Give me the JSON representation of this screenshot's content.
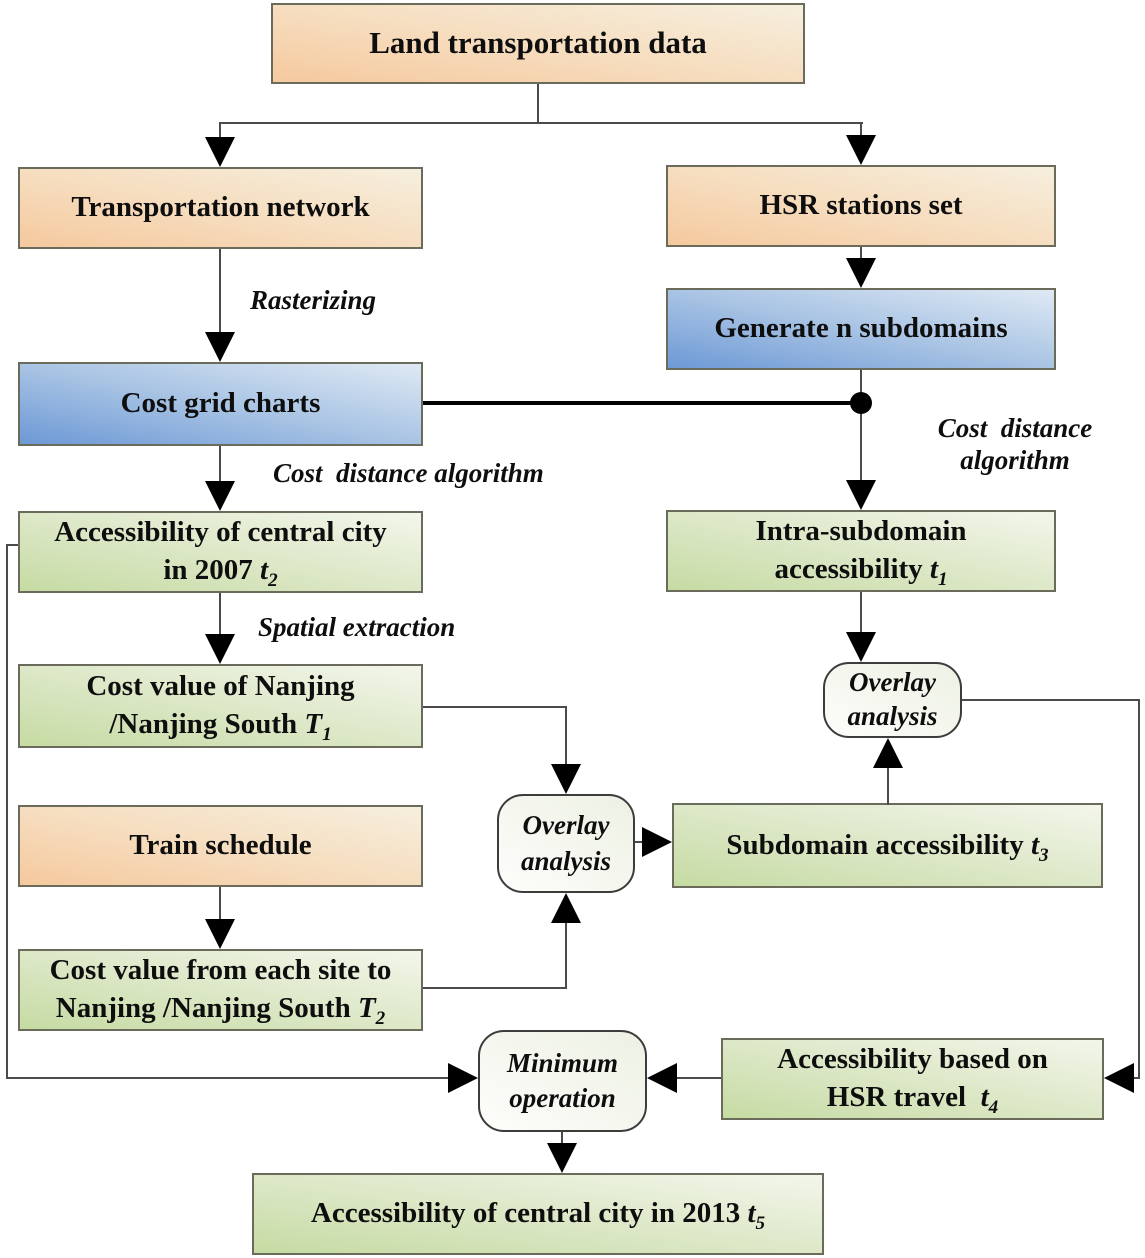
{
  "nodes": {
    "land": {
      "label": "Land transportation data"
    },
    "transport_network": {
      "label": "Transportation network"
    },
    "hsr_stations": {
      "label": "HSR stations set"
    },
    "generate_subdomains": {
      "label": "Generate n subdomains"
    },
    "cost_grid": {
      "label": "Cost grid charts"
    },
    "access_2007": {
      "line1": "Accessibility of central city",
      "line2_pre": "in 2007 ",
      "line2_var": "t",
      "line2_sub": "2"
    },
    "intra_subdomain": {
      "line1": "Intra-subdomain",
      "line2_pre": "accessibility ",
      "line2_var": "t",
      "line2_sub": "1"
    },
    "cost_value_t1": {
      "line1": "Cost value of Nanjing",
      "line2_pre": "/Nanjing South ",
      "line2_var": "T",
      "line2_sub": "1"
    },
    "train_schedule": {
      "label": "Train schedule"
    },
    "overlay_center": {
      "line1": "Overlay",
      "line2": "analysis"
    },
    "overlay_right": {
      "line1": "Overlay",
      "line2": "analysis"
    },
    "subdomain_t3": {
      "pre": "Subdomain accessibility ",
      "var": "t",
      "sub": "3"
    },
    "cost_value_t2": {
      "line1": "Cost value from each site to",
      "line2_pre": "Nanjing /Nanjing South ",
      "line2_var": "T",
      "line2_sub": "2"
    },
    "minimum_op": {
      "line1": "Minimum",
      "line2": "operation"
    },
    "access_hsr_t4": {
      "line1": "Accessibility based on",
      "line2_pre": "HSR travel  ",
      "line2_var": "t",
      "line2_sub": "4"
    },
    "access_2013": {
      "pre": "Accessibility of central city in 2013 ",
      "var": "t",
      "sub": "5"
    }
  },
  "edge_labels": {
    "rasterizing": "Rasterizing",
    "cost_distance_left": "Cost  distance algorithm",
    "spatial_extraction": "Spatial extraction",
    "cost_distance_right_line1": "Cost  distance",
    "cost_distance_right_line2": "algorithm"
  },
  "colors": {
    "orange_box": "#f5c99e",
    "blue_box": "#6d99d6",
    "green_box": "#c6dba3",
    "box_border": "#6b6b5c",
    "connector_line": "#4b4b4b",
    "arrow_and_junction": "#000000",
    "text": "#0e0e0e",
    "background": "#ffffff"
  }
}
